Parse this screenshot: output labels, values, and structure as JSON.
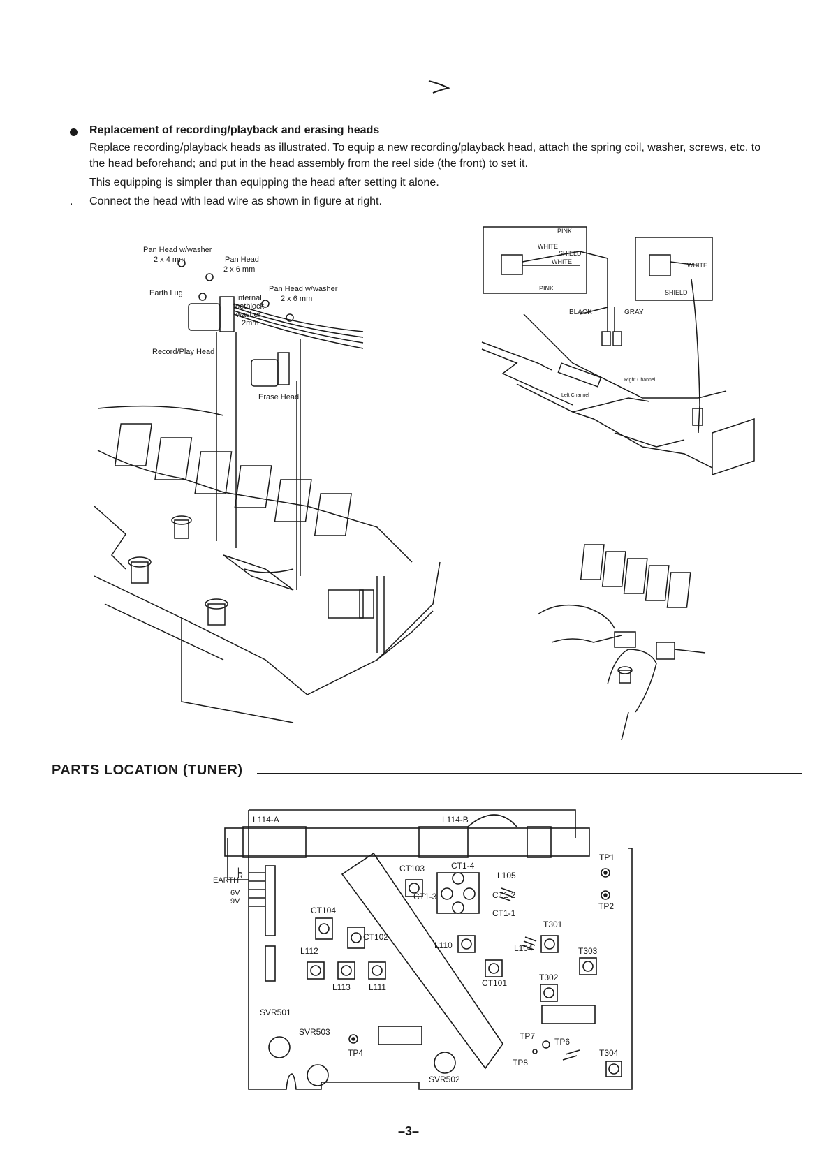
{
  "section": {
    "title": "Replacement of recording/playback and erasing heads",
    "paragraph1": "Replace recording/playback heads as illustrated. To equip a new recording/playback head, attach the spring coil, washer, screws, etc. to the head beforehand; and put in the head assembly from the reel side (the front) to set it.",
    "paragraph2": "This equipping is simpler than equipping the head after setting it alone.",
    "paragraph3": "Connect the head with lead wire as shown in figure at right."
  },
  "head_figure": {
    "pan_head_washer_a": "Pan Head w/washer",
    "pan_head_washer_a_size": "2 x 4 mm",
    "pan_head": "Pan Head",
    "pan_head_size": "2 x 6 mm",
    "pan_head_washer_b": "Pan Head w/washer",
    "pan_head_washer_b_size": "2 x 6 mm",
    "earth_lug": "Earth Lug",
    "internal_washer_1": "Internal",
    "internal_washer_2": "toothlock",
    "internal_washer_3": "washer",
    "internal_washer_4": "2mm",
    "record_play_head": "Record/Play Head",
    "erase_head": "Erase Head"
  },
  "wiring_figure": {
    "pink_top": "PINK",
    "white_a": "WHITE",
    "shield_a": "SHIELD",
    "white_b": "WHITE",
    "pink_bottom": "PINK",
    "white_c": "WHITE",
    "shield_b": "SHIELD",
    "black": "BLACK",
    "gray": "GRAY",
    "right_channel": "Right Channel",
    "left_channel": "Left Channel"
  },
  "parts_heading": "PARTS LOCATION (TUNER)",
  "tuner": {
    "l114a": "L114-A",
    "l114b": "L114-B",
    "terminal_l": "L",
    "terminal_earth": "EARTH",
    "terminal_r": "R",
    "terminal_6v": "6V",
    "terminal_9v": "9V",
    "ct103": "CT103",
    "ct1_4": "CT1-4",
    "l105": "L105",
    "tp1": "TP1",
    "ct1_3": "CT1-3",
    "ct1_2": "CT1-2",
    "tp2": "TP2",
    "ct104": "CT104",
    "ct1_1": "CT1-1",
    "t301": "T301",
    "ct102": "CT102",
    "l110": "L110",
    "l104": "L104",
    "t303": "T303",
    "l112": "L112",
    "ct101": "CT101",
    "t302": "T302",
    "l113": "L113",
    "l111": "L111",
    "svr501": "SVR501",
    "svr503": "SVR503",
    "tp4": "TP4",
    "svr502": "SVR502",
    "tp7": "TP7",
    "tp6": "TP6",
    "tp8": "TP8",
    "t304": "T304"
  },
  "page_number": "–3–"
}
